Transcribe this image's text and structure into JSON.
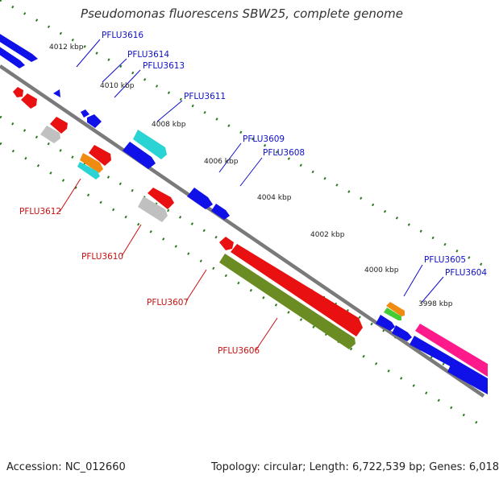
{
  "title": "Pseudomonas fluorescens SBW25, complete genome",
  "footer": {
    "accession": "Accession: NC_012660",
    "summary": "Topology: circular; Length: 6,722,539 bp; Genes: 6,018"
  },
  "scale_labels": [
    "4012 kbp",
    "4010 kbp",
    "4008 kbp",
    "4006 kbp",
    "4004 kbp",
    "4002 kbp",
    "4000 kbp",
    "3998 kbp"
  ],
  "gene_labels": {
    "top": [
      "PFLU3616",
      "PFLU3614",
      "PFLU3613",
      "PFLU3611",
      "PFLU3609",
      "PFLU3608",
      "PFLU3605",
      "PFLU3604"
    ],
    "bottom": [
      "PFLU3612",
      "PFLU3610",
      "PFLU3607",
      "PFLU3606"
    ]
  },
  "colors": {
    "forward_cds": "#1010e8",
    "reverse_cds": "#e81010",
    "backbone": "#7a7a7a",
    "tick": "#2b7a1f",
    "teal": "#2ad4d4",
    "gray": "#c0c0c0",
    "orange": "#f08a10",
    "green": "#44cc33",
    "olive": "#6b8c22",
    "pink": "#ff1a8c",
    "top_label": "#1010c8",
    "bottom_label": "#c81010"
  }
}
